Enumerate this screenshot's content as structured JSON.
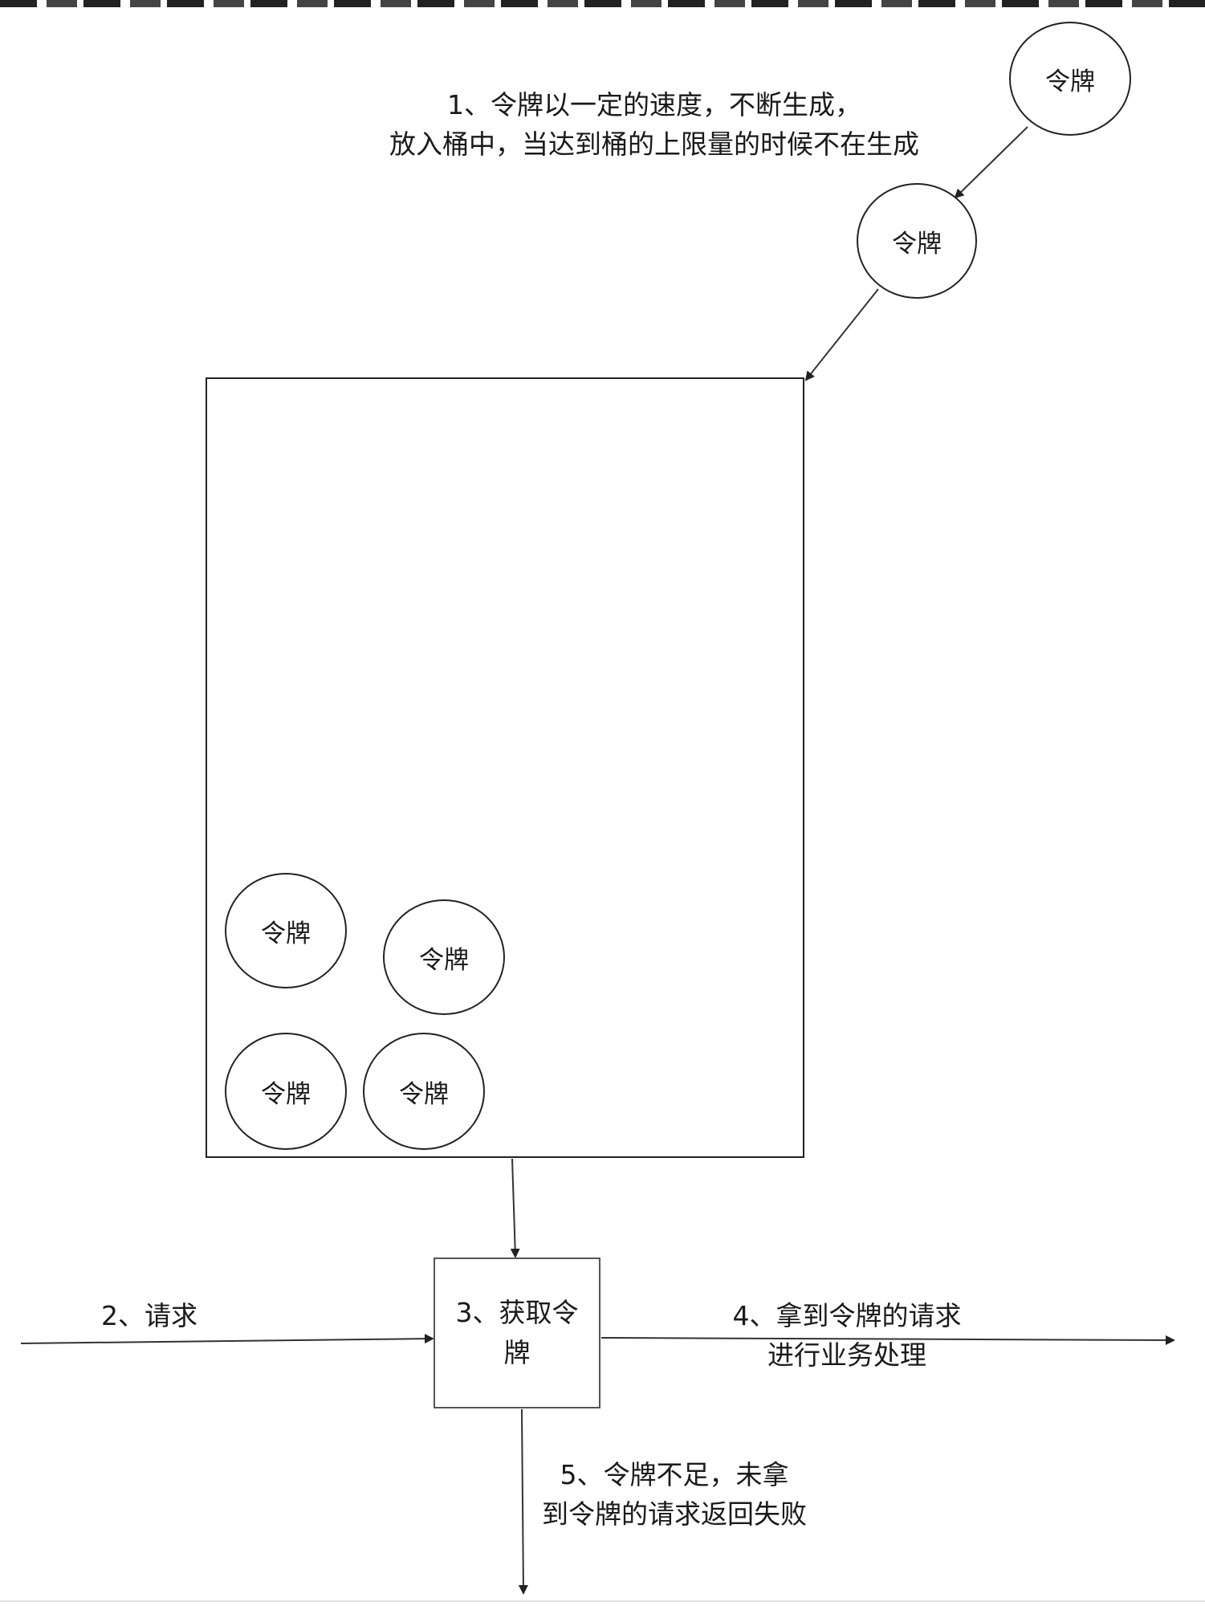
{
  "token_label": "令牌",
  "step1": {
    "line1": "1、令牌以一定的速度，不断生成，",
    "line2": "放入桶中，当达到桶的上限量的时候不在生成"
  },
  "step2": "2、请求",
  "step3": {
    "line1": "3、获取令",
    "line2": "牌"
  },
  "step4": {
    "line1": "4、拿到令牌的请求",
    "line2": "进行业务处理"
  },
  "step5": {
    "line1": "5、令牌不足，未拿",
    "line2": "到令牌的请求返回失败"
  },
  "tokens_in_bucket_count": 4
}
